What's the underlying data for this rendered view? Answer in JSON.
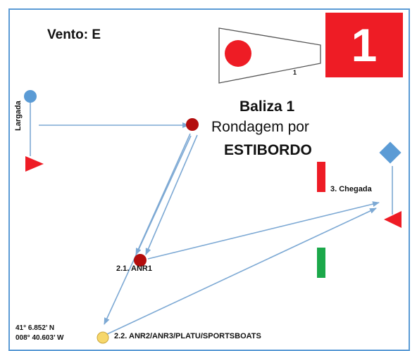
{
  "wind_label": "Vento: E",
  "flag_number": "1",
  "mark_number": "1",
  "mark_title": "Baliza 1",
  "rounding_label": "Rondagem por",
  "rounding_side": "ESTIBORDO",
  "start_label": "Largada",
  "finish_label": "3. Chegada",
  "mark_21_label": "2.1.  ANR1",
  "mark_22_label": "2.2. ANR2/ANR3/PLATU/SPORTSBOATS",
  "coord_lat": "41° 6.852’ N",
  "coord_lon": "008° 40.603’ W",
  "colors": {
    "route": "#7da9d4",
    "frame": "#5b9bd5",
    "mark_dark_red": "#b30d0d",
    "red": "#ee1c25",
    "green": "#1ba84a",
    "blue_shape": "#5b9bd5",
    "yellow_mark": "#f6d76b"
  }
}
